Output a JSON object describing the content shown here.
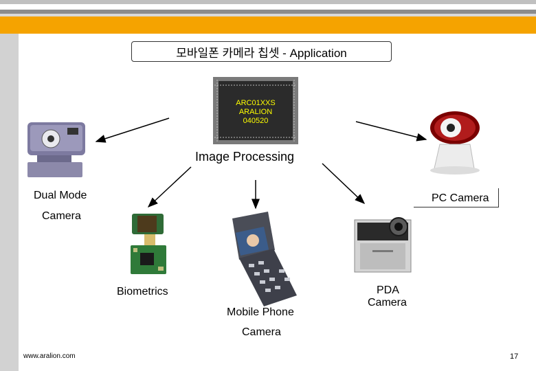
{
  "slide": {
    "title": "모바일폰 카메라 칩셋 - Application",
    "chip": {
      "line1": "ARC01XXS",
      "line2": "ARALION",
      "line3": "040520"
    },
    "center_label": "Image Processing",
    "labels": {
      "dual_mode_1": "Dual Mode",
      "dual_mode_2": "Camera",
      "pc_camera": "PC Camera",
      "biometrics": "Biometrics",
      "mobile_1": "Mobile Phone",
      "mobile_2": "Camera",
      "pda_1": "PDA",
      "pda_2": "Camera"
    },
    "footer_url": "www.aralion.com",
    "page_number": "17"
  },
  "colors": {
    "accent_orange": "#f5a300",
    "chip_text": "#ffff00"
  }
}
